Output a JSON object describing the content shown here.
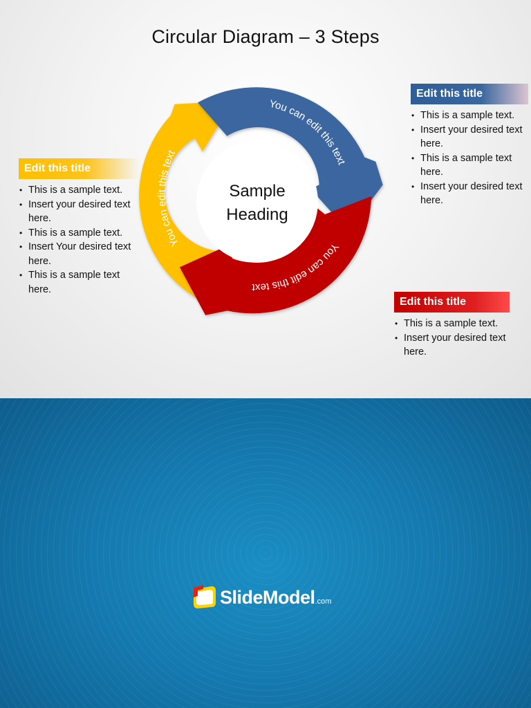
{
  "slide": {
    "title": "Circular Diagram – 3 Steps"
  },
  "diagram": {
    "center_heading_line1": "Sample",
    "center_heading_line2": "Heading",
    "arrow_labels": {
      "blue": "You can edit this text",
      "red": "You can edit this text",
      "yellow": "You can edit this text"
    },
    "colors": {
      "blue": "#3b66a0",
      "red": "#c00000",
      "yellow": "#ffc000"
    }
  },
  "callouts": {
    "left": {
      "title": "Edit this title",
      "items": [
        "This is a sample text.",
        "Insert your desired text here.",
        "This is a sample text.",
        "Insert Your desired text here.",
        "This is a sample text here."
      ]
    },
    "top_right": {
      "title": "Edit this title",
      "items": [
        "This is a sample text.",
        "Insert your desired text here.",
        "This is a sample text here.",
        "Insert your desired text here."
      ]
    },
    "bottom_right": {
      "title": "Edit this title",
      "items": [
        "This is a sample text.",
        "Insert your desired text here."
      ]
    }
  },
  "footer": {
    "brand": "SlideModel",
    "brand_suffix": ".com"
  }
}
